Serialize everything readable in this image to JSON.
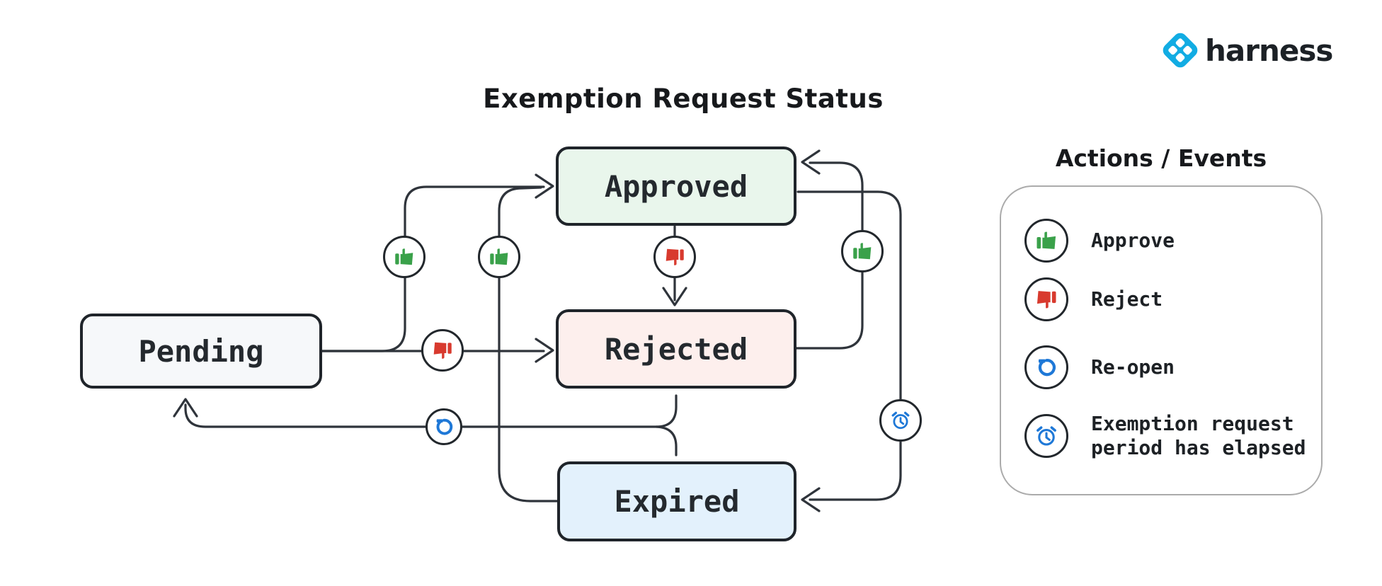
{
  "diagram": {
    "title": "Exemption Request Status"
  },
  "logo": {
    "text": "harness",
    "brand_color": "#12ace3"
  },
  "states": [
    {
      "id": "pending",
      "label": "Pending",
      "fill": "#f6f8fa"
    },
    {
      "id": "approved",
      "label": "Approved",
      "fill": "#e9f6ec"
    },
    {
      "id": "rejected",
      "label": "Rejected",
      "fill": "#fdefed"
    },
    {
      "id": "expired",
      "label": "Expired",
      "fill": "#e3f1fc"
    }
  ],
  "transitions": [
    {
      "from": "Pending",
      "to": "Approved",
      "action": "Approve",
      "icon": "thumbs-up-icon"
    },
    {
      "from": "Pending",
      "to": "Rejected",
      "action": "Reject",
      "icon": "thumbs-down-icon"
    },
    {
      "from": "Approved",
      "to": "Rejected",
      "action": "Reject",
      "icon": "thumbs-down-icon"
    },
    {
      "from": "Rejected",
      "to": "Approved",
      "action": "Approve",
      "icon": "thumbs-up-icon"
    },
    {
      "from": "Approved",
      "to": "Expired",
      "action": "Exemption request period has elapsed",
      "icon": "alarm-clock-icon"
    },
    {
      "from": "Expired",
      "to": "Approved",
      "action": "Approve",
      "icon": "thumbs-up-icon"
    },
    {
      "from": "Rejected",
      "to": "Pending",
      "action": "Re-open",
      "icon": "undo-icon"
    },
    {
      "from": "Expired",
      "to": "Pending",
      "action": "Re-open",
      "icon": "undo-icon"
    }
  ],
  "legend": {
    "title": "Actions / Events",
    "items": [
      {
        "icon": "thumbs-up-icon",
        "label": "Approve",
        "color": "#3aa14a"
      },
      {
        "icon": "thumbs-down-icon",
        "label": "Reject",
        "color": "#d83a2e"
      },
      {
        "icon": "undo-icon",
        "label": "Re-open",
        "color": "#1e78d7"
      },
      {
        "icon": "alarm-clock-icon",
        "label": "Exemption request period has elapsed",
        "color": "#1e78d7"
      }
    ]
  },
  "colors": {
    "edge": "#2f343b",
    "node_border": "#1f242a",
    "approve_green": "#3aa14a",
    "reject_red": "#d83a2e",
    "event_blue": "#1e78d7",
    "legend_border": "#ababab"
  }
}
